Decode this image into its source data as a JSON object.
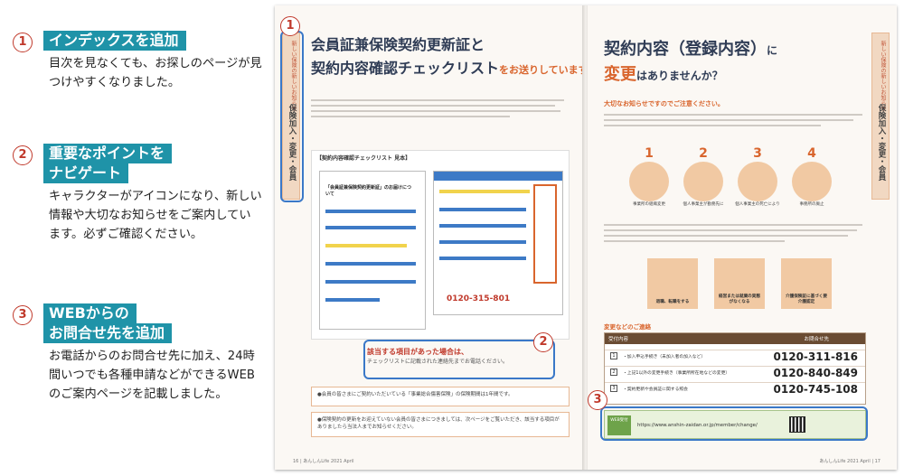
{
  "features": [
    {
      "number": "1",
      "tag_lines": [
        "インデックスを追加"
      ],
      "description": "目次を見なくても、お探しのページが見つけやすくなりました。"
    },
    {
      "number": "2",
      "tag_lines": [
        "重要なポイントを",
        "ナビゲート"
      ],
      "description": "キャラクターがアイコンになり、新しい情報や大切なお知らせをご案内しています。必ずご確認ください。"
    },
    {
      "number": "3",
      "tag_lines": [
        "WEBからの",
        "お問合せ先を追加"
      ],
      "description": "お電話からのお問合せ先に加え、24時間いつでも各種申請などができるWEBのご案内ページを記載しました。"
    }
  ],
  "left_page": {
    "index_tab_small": "新しい保険の新しいお知らせ",
    "index_tab_big": "保険加入・変更・会員",
    "title_line1": "会員証兼保険契約更新証と",
    "title_line2": "契約内容確認チェックリスト",
    "title_suffix": "をお送りしています",
    "card_title": "【契約内容確認チェックリスト 見本】",
    "doc_heading": "「会員証兼保険契約更新証」のお届けについて",
    "phone": "0120-315-801",
    "callout_main": "該当する項目があった場合は、",
    "callout_sub": "チェックリストに記載された連絡先までお電話ください。",
    "notice1": "●会員の皆さまにご契約いただいている「事業総合傷害保険」の保険期間は1年間です。",
    "notice2": "●保険契約の更新をお迎えていない会員の皆さまにつきましては、次ページをご覧いただき、該当する項目がありましたら当法人までお知らせください。",
    "footer": "16 | あんしんLife 2021 April"
  },
  "right_page": {
    "index_tab_small": "新しい保険の新しいお知らせ",
    "index_tab_big": "保険加入・変更・会員",
    "title_line1": "契約内容（登録内容）",
    "title_line1_suffix": "に",
    "title_line2": "変更",
    "title_line2_suffix": "はありませんか？",
    "important": "大切なお知らせですのでご注意ください。",
    "steps": [
      {
        "n": "1",
        "text": "事業所の組織変更"
      },
      {
        "n": "2",
        "text": "個人事業主が勤務先に"
      },
      {
        "n": "3",
        "text": "個人事業主の死亡により"
      },
      {
        "n": "4",
        "text": "事務所の廃止"
      }
    ],
    "cases": [
      {
        "text": "退職、転職をする"
      },
      {
        "text": "経営または就業の実態がなくなる"
      },
      {
        "text": "介護保険証に基づく要介護認定"
      }
    ],
    "contact_title": "変更などのご連絡",
    "contact_header_left": "受付内容",
    "contact_header_right": "お問合せ先",
    "contacts": [
      {
        "n": "1",
        "text": "・加入申込手続き（未加入者の加入など）",
        "phone": "0120-311-816"
      },
      {
        "n": "2",
        "text": "・上記1以外の変更手続き（事業所所在地などの変更）",
        "phone": "0120-840-849"
      },
      {
        "n": "3",
        "text": "・契約更新や会員証に関する照会",
        "phone": "0120-745-108"
      }
    ],
    "web_label": "WEB受付",
    "web_url": "https://www.anshin-zaidan.or.jp/member/change/",
    "footer": "あんしんLife 2021 April | 17"
  },
  "markers": [
    "1",
    "2",
    "3"
  ],
  "colors": {
    "tag": "#1f93a8",
    "marker_red": "#c0392b",
    "highlight_blue": "#3a78c8",
    "accent_orange": "#d9652d"
  }
}
